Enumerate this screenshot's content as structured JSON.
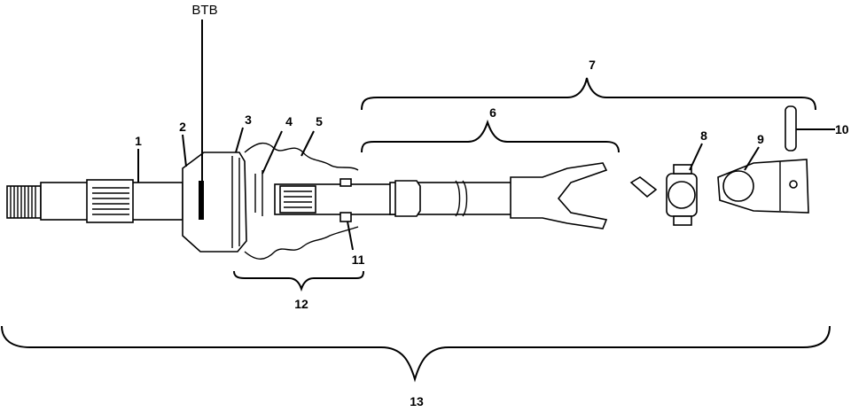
{
  "callouts": {
    "btb": "BTB",
    "c1": "1",
    "c2": "2",
    "c3": "3",
    "c4": "4",
    "c5": "5",
    "c6": "6",
    "c7": "7",
    "c8": "8",
    "c9": "9",
    "c10": "10",
    "c11": "11",
    "c12": "12",
    "c13": "13"
  }
}
